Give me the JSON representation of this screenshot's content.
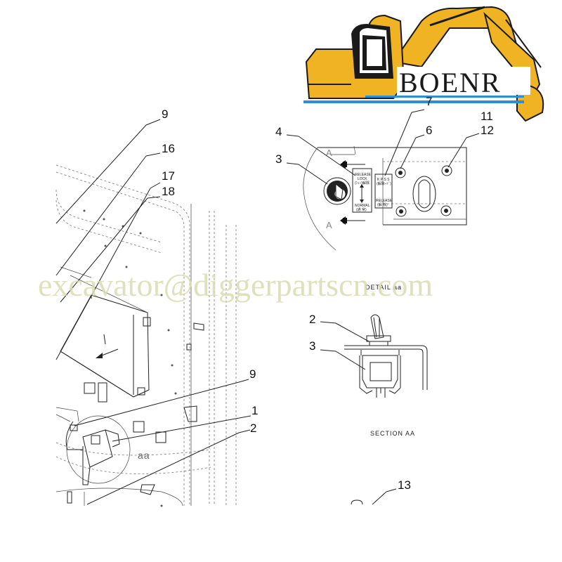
{
  "brand": {
    "name": "BOENR",
    "colors": {
      "machine": "#f0b323",
      "stripe": "#2b8fd6",
      "ink": "#1a1a1a"
    }
  },
  "watermark": {
    "text": "excavator@diggerpartscn.com"
  },
  "callouts": {
    "c9_top": "9",
    "c16": "16",
    "c17": "17",
    "c18": "18",
    "c9_mid": "9",
    "c1": "1",
    "c2_left": "2",
    "c4": "4",
    "c3_detail": "3",
    "c7": "7",
    "c6": "6",
    "c11": "11",
    "c12": "12",
    "c2_section": "2",
    "c3_section": "3",
    "c13": "13"
  },
  "labels": {
    "detail": "DETAIL aa",
    "section": "SECTION AA",
    "aa_loop": "aa",
    "section_arrow_top": "A",
    "section_arrow_bottom": "A"
  },
  "plate_left": {
    "top1": "RELEASE",
    "top2": "LOCK",
    "top3": "(ｼｭｰ)解除",
    "bottom1": "NORMAL",
    "bottom2": "(通 常)"
  },
  "plate_right": {
    "top1": "K P S S",
    "top2": "(解除ｰﾄﾞ)",
    "bottom1": "RELEASE",
    "bottom2": "(解 除)"
  }
}
